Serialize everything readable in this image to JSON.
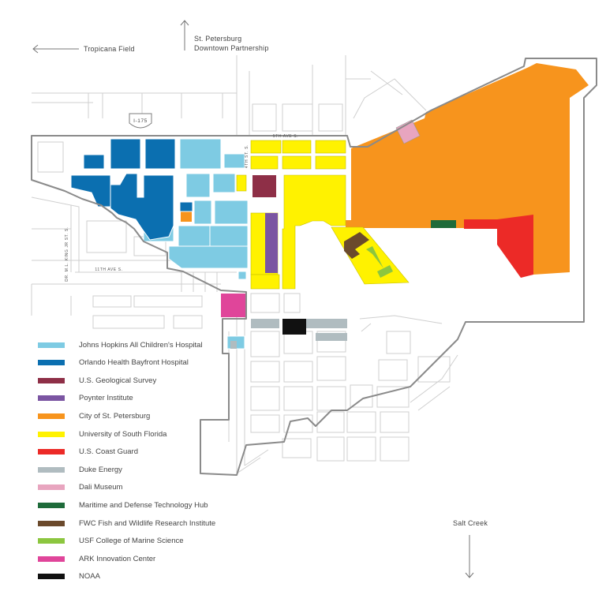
{
  "directions": {
    "tropicana": "Tropicana Field",
    "downtown_line1": "St. Petersburg",
    "downtown_line2": "Downtown Partnership",
    "salt_creek": "Salt Creek"
  },
  "streets": {
    "interstate": "I-175",
    "fifth_ave": "5TH AVE S.",
    "fourth_st": "4TH ST. S.",
    "mlk": "DR. M.L. KING JR ST. S.",
    "eleventh_ave": "11TH AVE S."
  },
  "legend": [
    {
      "label": "Johns Hopkins All Children's Hospital",
      "color": "#7ecbe3"
    },
    {
      "label": "Orlando Health Bayfront Hospital",
      "color": "#0b6fb0"
    },
    {
      "label": "U.S. Geological Survey",
      "color": "#8e2f47"
    },
    {
      "label": "Poynter Institute",
      "color": "#7b55a2"
    },
    {
      "label": "City of St. Petersburg",
      "color": "#f7941d"
    },
    {
      "label": "University of South Florida",
      "color": "#fff200"
    },
    {
      "label": "U.S. Coast Guard",
      "color": "#ec2a27"
    },
    {
      "label": "Duke Energy",
      "color": "#b0bcc0"
    },
    {
      "label": "Dali Museum",
      "color": "#e8a5bf"
    },
    {
      "label": "Maritime and Defense Technology Hub",
      "color": "#1e6b3a"
    },
    {
      "label": "FWC Fish and Wildlife Research Institute",
      "color": "#6b4a2c"
    },
    {
      "label": "USF College of Marine Science",
      "color": "#8cc63f"
    },
    {
      "label": "ARK Innovation Center",
      "color": "#e0459a"
    },
    {
      "label": "NOAA",
      "color": "#111111"
    }
  ]
}
